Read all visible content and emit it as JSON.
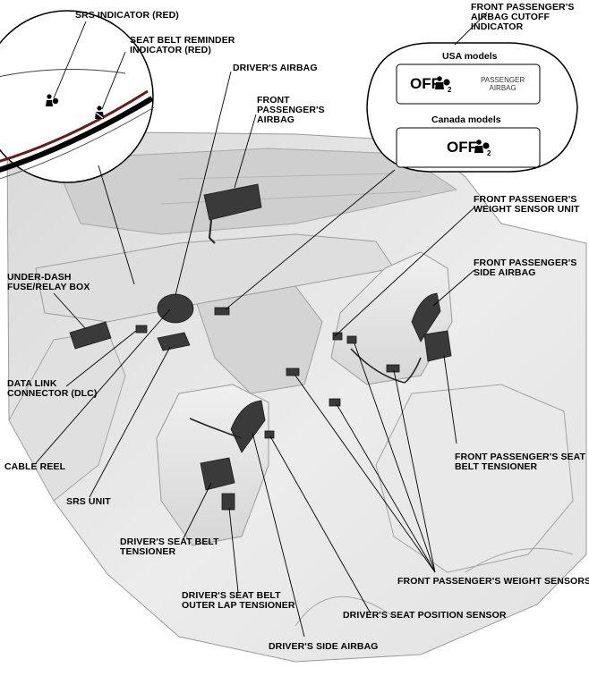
{
  "labels": {
    "srs_indicator": "SRS INDICATOR (RED)",
    "seat_belt_reminder": "SEAT BELT REMINDER\nINDICATOR (RED)",
    "drivers_airbag": "DRIVER'S AIRBAG",
    "front_passengers_airbag": "FRONT\nPASSENGER'S\nAIRBAG",
    "passenger_cutoff_indicator": "FRONT PASSENGER'S\nAIRBAG CUTOFF\nINDICATOR",
    "weight_sensor_unit": "FRONT PASSENGER'S\nWEIGHT SENSOR UNIT",
    "passenger_side_airbag": "FRONT PASSENGER'S\nSIDE AIRBAG",
    "under_dash_fuse": "UNDER-DASH\nFUSE/RELAY BOX",
    "data_link_connector": "DATA LINK\nCONNECTOR (DLC)",
    "cable_reel": "CABLE REEL",
    "srs_unit": "SRS UNIT",
    "drivers_seat_belt_tensioner": "DRIVER'S SEAT BELT\nTENSIONER",
    "drivers_outer_lap_tensioner": "DRIVER'S SEAT BELT\nOUTER LAP TENSIONER",
    "drivers_side_airbag": "DRIVER'S SIDE AIRBAG",
    "drivers_seat_position_sensor": "DRIVER'S SEAT POSITION SENSOR",
    "passenger_weight_sensors": "FRONT PASSENGER'S WEIGHT SENSORS",
    "passenger_seat_belt_tensioner": "FRONT PASSENGER'S SEAT\nBELT TENSIONER"
  },
  "indicator_panel": {
    "usa_models": "USA models",
    "canada_models": "Canada models",
    "off_text": "OFF",
    "passenger_airbag_text": "PASSENGER\nAIRBAG",
    "occupant_icon": "airbag-occupant-icon"
  },
  "inset_icons": [
    "srs-occupant-icon",
    "seat-belt-icon"
  ],
  "colors": {
    "ink": "#000000",
    "body_shade": "#e4e4e4",
    "component": "#3a3a3a"
  }
}
